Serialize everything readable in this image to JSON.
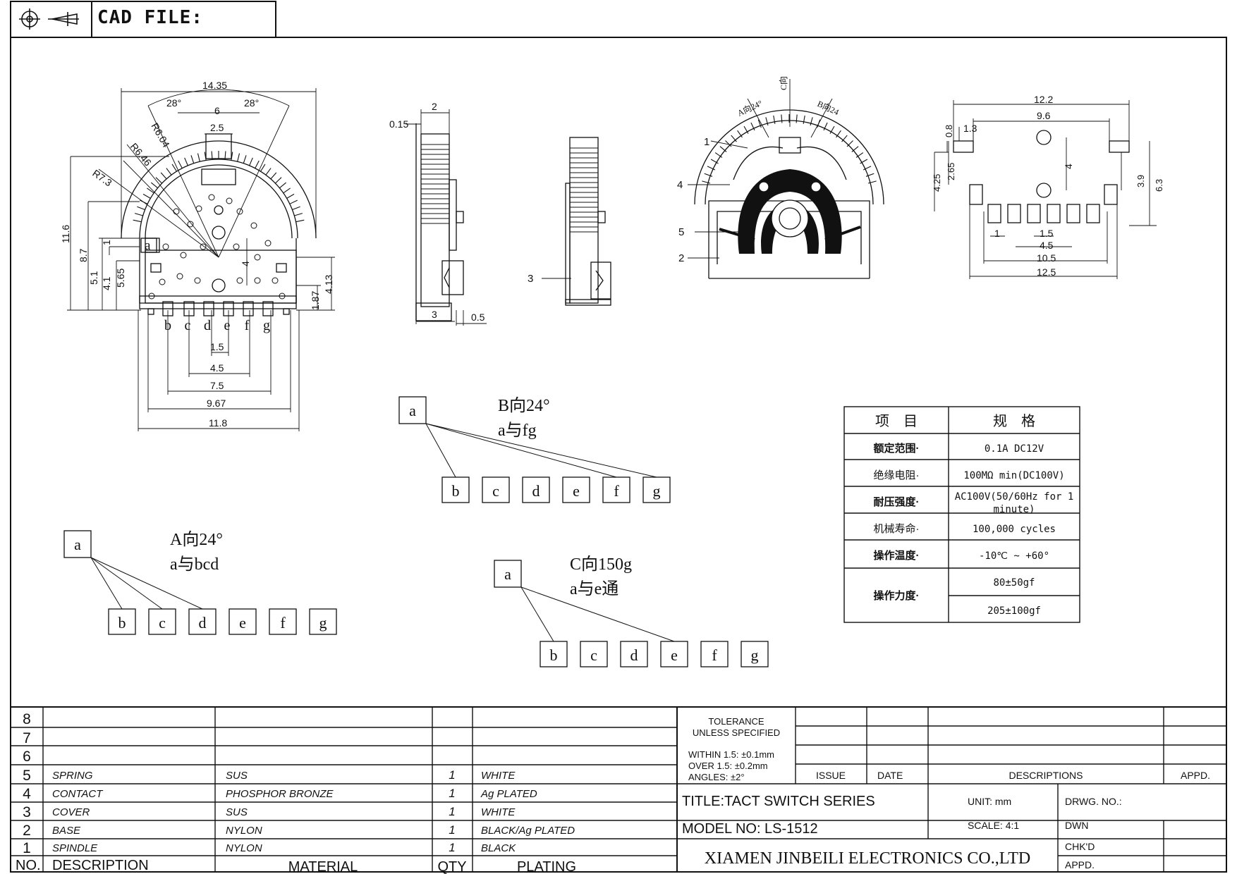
{
  "header": {
    "cad_file": "CAD FILE:"
  },
  "front_view": {
    "dims": {
      "w_top": "14.35",
      "angle_left": "28°",
      "angle_right": "28°",
      "d6": "6",
      "d25": "2.5",
      "r604": "R6.04",
      "r646": "R6.46",
      "r73": "R7.3",
      "h116": "11.6",
      "h87": "8.7",
      "h51": "5.1",
      "h41": "4.1",
      "h565": "5.65",
      "h1": "1",
      "h4": "4",
      "h413": "4.13",
      "h187": "1.87",
      "w15": "1.5",
      "w45": "4.5",
      "w75": "7.5",
      "w967": "9.67",
      "w118": "11.8"
    },
    "pin_a": "a",
    "pins": [
      "b",
      "c",
      "d",
      "e",
      "f",
      "g"
    ]
  },
  "side_view1": {
    "d2": "2",
    "d015": "0.15",
    "d3": "3",
    "d05": "0.5"
  },
  "side_view2": {
    "label3": "3"
  },
  "section_view": {
    "dir_a": "A向24°",
    "dir_b": "B向24",
    "dir_c": "C向",
    "labels": [
      "1",
      "4",
      "5",
      "2"
    ]
  },
  "pcb_view": {
    "d122": "12.2",
    "d96": "9.6",
    "d08": "0.8",
    "d13": "1.3",
    "d425": "4.25",
    "d265": "2.65",
    "d4": "4",
    "d39": "3.9",
    "d63": "6.3",
    "d1": "1",
    "d15": "1.5",
    "d45": "4.5",
    "d105": "10.5",
    "d125": "12.5"
  },
  "circuits": {
    "b": {
      "from": "a",
      "line1": "B向24°",
      "line2": "a与fg",
      "pins": [
        "b",
        "c",
        "d",
        "e",
        "f",
        "g"
      ]
    },
    "a": {
      "from": "a",
      "line1": "A向24°",
      "line2": "a与bcd",
      "pins": [
        "b",
        "c",
        "d",
        "e",
        "f",
        "g"
      ]
    },
    "c": {
      "from": "a",
      "line1": "C向150g",
      "line2": "a与e通",
      "pins": [
        "b",
        "c",
        "d",
        "e",
        "f",
        "g"
      ]
    }
  },
  "spec_table": {
    "head": [
      "项　目",
      "规　格"
    ],
    "rows": [
      {
        "item": "额定范围·",
        "value": "0.1A DC12V"
      },
      {
        "item": "绝缘电阻·",
        "value": "100MΩ min(DC100V)"
      },
      {
        "item": "耐压强度·",
        "value": "AC100V(50/60Hz for 1 minute)"
      },
      {
        "item": "机械寿命·",
        "value": "100,000 cycles"
      },
      {
        "item": "操作温度·",
        "value": "-10℃ ~ +60°"
      },
      {
        "item": "操作力度·",
        "value": "80±50gf",
        "value2": "205±100gf"
      }
    ]
  },
  "bom": {
    "rows": [
      {
        "no": "8",
        "desc": "",
        "mat": "",
        "qty": "",
        "plating": ""
      },
      {
        "no": "7",
        "desc": "",
        "mat": "",
        "qty": "",
        "plating": ""
      },
      {
        "no": "6",
        "desc": "",
        "mat": "",
        "qty": "",
        "plating": ""
      },
      {
        "no": "5",
        "desc": "SPRING",
        "mat": "SUS",
        "qty": "1",
        "plating": "WHITE"
      },
      {
        "no": "4",
        "desc": "CONTACT",
        "mat": "PHOSPHOR BRONZE",
        "qty": "1",
        "plating": "Ag PLATED"
      },
      {
        "no": "3",
        "desc": "COVER",
        "mat": "SUS",
        "qty": "1",
        "plating": "WHITE"
      },
      {
        "no": "2",
        "desc": "BASE",
        "mat": "NYLON",
        "qty": "1",
        "plating": "BLACK/Ag PLATED"
      },
      {
        "no": "1",
        "desc": "SPINDLE",
        "mat": "NYLON",
        "qty": "1",
        "plating": "BLACK"
      }
    ],
    "head": {
      "no": "NO.",
      "desc": "DESCRIPTION",
      "mat": "MATERIAL",
      "qty": "QTY",
      "plating": "PLATING"
    }
  },
  "title_block": {
    "tol1": "TOLERANCE",
    "tol2": "UNLESS SPECIFIED",
    "within": "WITHIN 1.5: ±0.1mm",
    "over": "OVER 1.5: ±0.2mm",
    "angles": "ANGLES: ±2°",
    "issue": "ISSUE",
    "date": "DATE",
    "descriptions": "DESCRIPTIONS",
    "appd_col": "APPD.",
    "title": "TITLE:TACT SWITCH SERIES",
    "unit": "UNIT: mm",
    "drwg": "DRWG. NO.:",
    "model": "MODEL NO: LS-1512",
    "scale": "SCALE: 4:1",
    "dwn": "DWN",
    "chkd": "CHK'D",
    "appd": "APPD.",
    "company": "XIAMEN JINBEILI ELECTRONICS CO.,LTD"
  }
}
